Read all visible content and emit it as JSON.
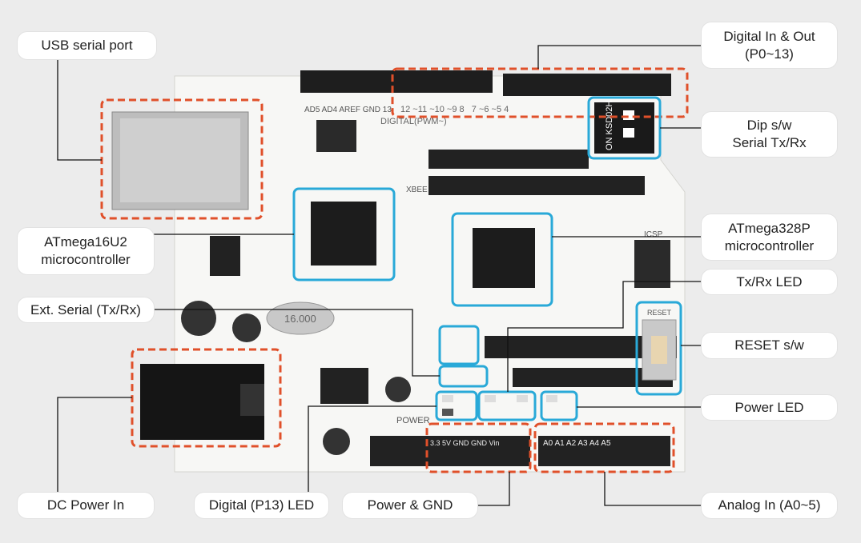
{
  "labels": {
    "usb": "USB serial port",
    "digital_io": [
      "Digital In & Out",
      "(P0~13)"
    ],
    "dip": [
      "Dip s/w",
      "Serial Tx/Rx"
    ],
    "atmega16u2": [
      "ATmega16U2",
      "microcontroller"
    ],
    "atmega328p": [
      "ATmega328P",
      "microcontroller"
    ],
    "txrx_led": "Tx/Rx LED",
    "ext_serial": "Ext. Serial (Tx/Rx)",
    "reset": "RESET s/w",
    "power_led": "Power LED",
    "dc_power": "DC Power In",
    "p13_led": "Digital (P13) LED",
    "power_gnd": "Power & GND",
    "analog": "Analog In (A0~5)"
  },
  "board_text": {
    "digital": "DIGITAL(PWM~)",
    "pins_top": "12 ~11 ~10 ~9 8   7 ~6 ~5 4",
    "dip_chip": "ON KSD02H",
    "xbee": "XBEE",
    "reset": "RESET",
    "icsp": "ICSP",
    "power": "POWER",
    "analog_pins": "A0 A1 A2 A3 A4 A5",
    "power_pins": "3.3 5V GND GND Vin",
    "crystal": "16.000",
    "left_top": "AD5 AD4 AREF GND 13"
  },
  "colors": {
    "background": "#ececec",
    "dashed": "#e0502a",
    "highlight": "#29a9d8"
  }
}
